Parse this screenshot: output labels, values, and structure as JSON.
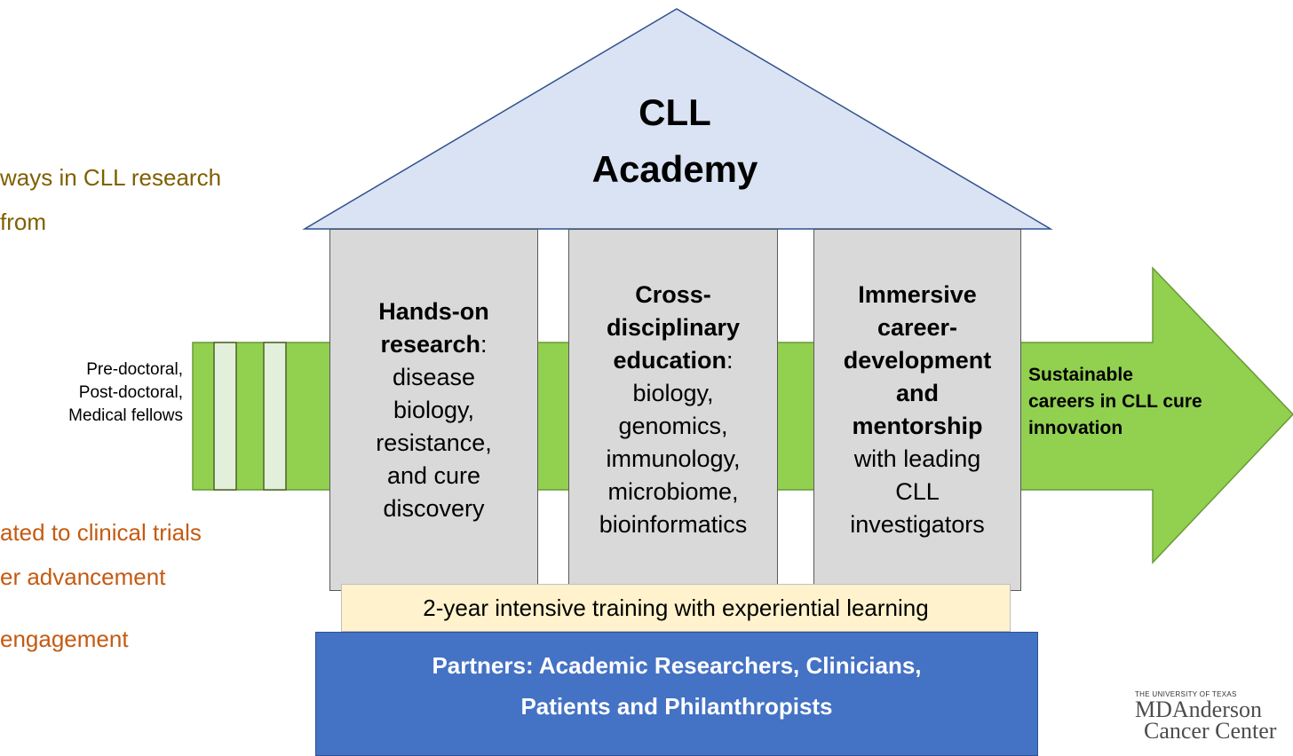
{
  "left_notes": {
    "line1": "ways in CLL research",
    "line2": "from",
    "line3": "ated to clinical trials",
    "line4": "er advancement",
    "line5": "engagement"
  },
  "trainees": {
    "line1": "Pre-doctoral,",
    "line2": "Post-doctoral,",
    "line3": "Medical fellows"
  },
  "roof": {
    "line1": "CLL",
    "line2": "Academy"
  },
  "pillars": [
    {
      "bold1": "Hands-on",
      "bold2": "research",
      "suffix": ":",
      "lines": [
        "disease",
        "biology,",
        "resistance,",
        "and cure",
        "discovery"
      ]
    },
    {
      "bold1": "Cross-",
      "bold2": "disciplinary",
      "bold3": "education",
      "suffix": ":",
      "lines": [
        "biology,",
        "genomics,",
        "immunology,",
        "microbiome,",
        "bioinformatics"
      ]
    },
    {
      "bold1": "Immersive",
      "bold2": "career-",
      "bold3": "development",
      "bold4": "and",
      "bold5": "mentorship",
      "lines": [
        "with leading",
        "CLL",
        "investigators"
      ]
    }
  ],
  "banner": "2-year intensive training with experiential learning",
  "partners": {
    "line1": "Partners: Academic Researchers, Clinicians,",
    "line2": "Patients and Philanthropists"
  },
  "outcome": {
    "line1": "Sustainable",
    "line2": "careers in CLL cure",
    "line3": "innovation"
  },
  "logo": {
    "small": "THE UNIVERSITY OF TEXAS",
    "line1": "MDAnderson",
    "line2": "Cancer Center"
  },
  "colors": {
    "roof": "#dae3f3",
    "pillar": "#d9d9d9",
    "arrow": "#92d050",
    "banner": "#fff2cc",
    "partners": "#4472c4"
  }
}
